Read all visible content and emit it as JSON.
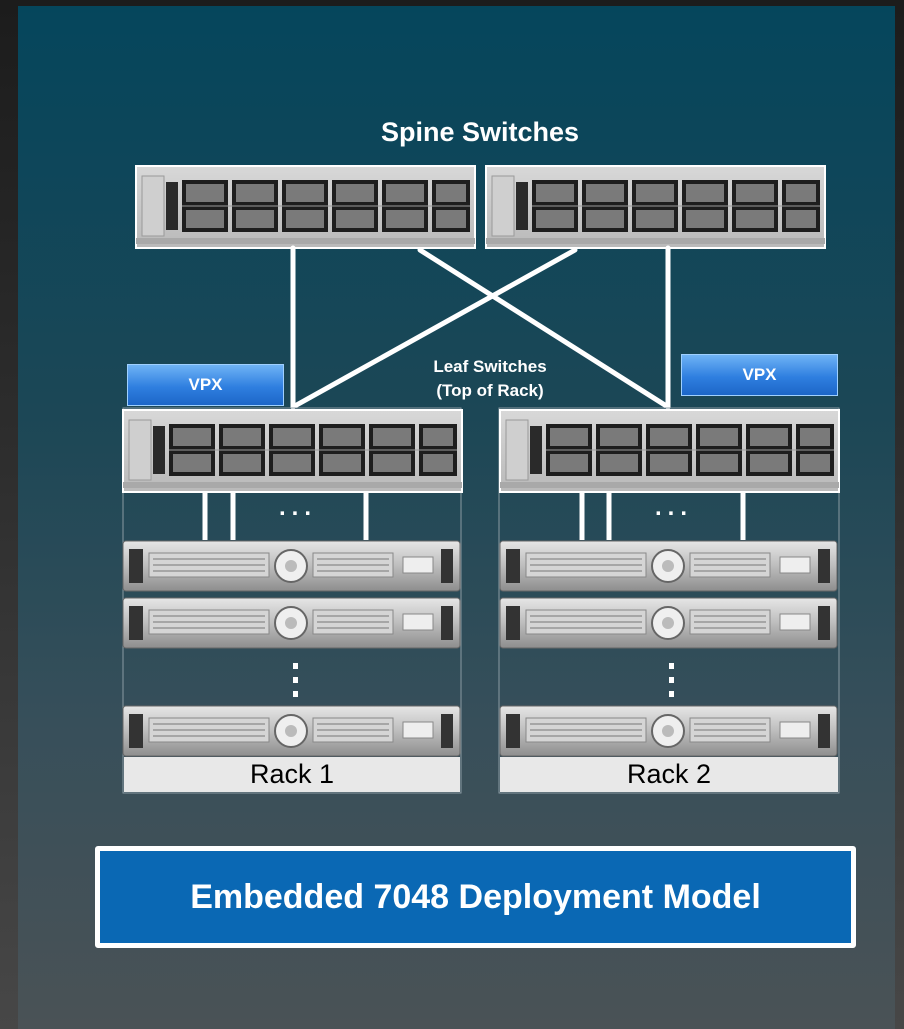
{
  "diagram": {
    "spine_title": "Spine Switches",
    "leaf_title_line1": "Leaf Switches",
    "leaf_title_line2": "(Top of Rack)",
    "vpx_left": "VPX",
    "vpx_right": "VPX",
    "rack_1_label": "Rack 1",
    "rack_2_label": "Rack 2",
    "caption": "Embedded 7048 Deployment Model",
    "ellipsis_h": "...",
    "colors": {
      "panel_top": "#05465c",
      "vpx_blue": "#2f7fe0",
      "caption_blue": "#0a68b4",
      "link_white": "#ffffff"
    }
  }
}
